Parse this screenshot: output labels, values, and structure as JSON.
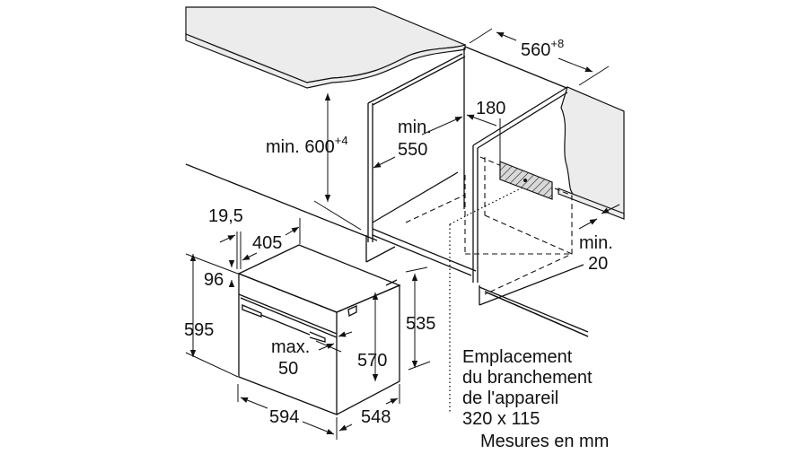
{
  "diagram": {
    "dimensions": {
      "niche_width": {
        "value": "560",
        "tolerance": "+8"
      },
      "niche_height": {
        "prefix": "min.",
        "value": "600",
        "tolerance": "+4"
      },
      "niche_depth": {
        "line1": "min.",
        "line2": "550"
      },
      "connection_offset": "180",
      "front_offset": "19,5",
      "top_depth": "405",
      "control_panel_height": "96",
      "oven_height": "595",
      "body_height": "535",
      "inner_height": "570",
      "door_gap": {
        "line1": "max.",
        "line2": "50"
      },
      "oven_width": "594",
      "oven_depth": "548",
      "rear_clearance": {
        "line1": "min.",
        "line2": "20"
      }
    },
    "note": {
      "lines": [
        "Emplacement",
        "du branchement",
        "de l'appareil",
        "320 x 115"
      ],
      "units": "Mesures en mm"
    }
  }
}
